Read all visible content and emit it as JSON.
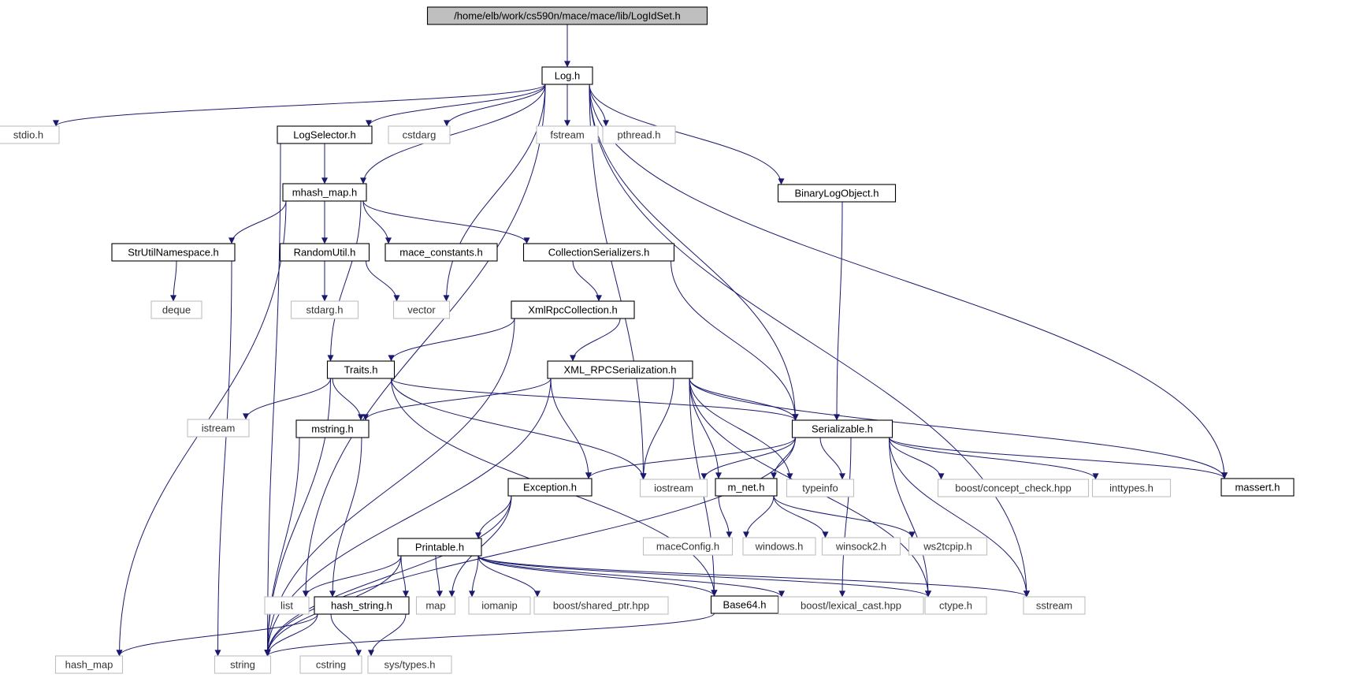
{
  "colors": {
    "edge": "#191970",
    "root_fill": "#bfbfbf",
    "box_stroke": "#000000",
    "external_stroke": "#bfbfbf",
    "external_text": "#333333"
  },
  "nodes": [
    {
      "id": "logidset",
      "label": "/home/elb/work/cs590n/mace/mace/lib/LogIdSet.h",
      "kind": "root"
    },
    {
      "id": "log",
      "label": "Log.h",
      "kind": "local"
    },
    {
      "id": "stdio",
      "label": "stdio.h",
      "kind": "external"
    },
    {
      "id": "logselector",
      "label": "LogSelector.h",
      "kind": "local"
    },
    {
      "id": "cstdarg",
      "label": "cstdarg",
      "kind": "external"
    },
    {
      "id": "fstream",
      "label": "fstream",
      "kind": "external"
    },
    {
      "id": "pthread",
      "label": "pthread.h",
      "kind": "external"
    },
    {
      "id": "mhash_map",
      "label": "mhash_map.h",
      "kind": "local"
    },
    {
      "id": "binarylogobject",
      "label": "BinaryLogObject.h",
      "kind": "local"
    },
    {
      "id": "strutilnamespace",
      "label": "StrUtilNamespace.h",
      "kind": "local"
    },
    {
      "id": "randomutil",
      "label": "RandomUtil.h",
      "kind": "local"
    },
    {
      "id": "mace_constants",
      "label": "mace_constants.h",
      "kind": "local"
    },
    {
      "id": "collectionserializers",
      "label": "CollectionSerializers.h",
      "kind": "local"
    },
    {
      "id": "deque",
      "label": "deque",
      "kind": "external"
    },
    {
      "id": "stdarg",
      "label": "stdarg.h",
      "kind": "external"
    },
    {
      "id": "vector",
      "label": "vector",
      "kind": "external"
    },
    {
      "id": "xmlrpccollection",
      "label": "XmlRpcCollection.h",
      "kind": "local"
    },
    {
      "id": "traits",
      "label": "Traits.h",
      "kind": "local"
    },
    {
      "id": "xml_rpcserialization",
      "label": "XML_RPCSerialization.h",
      "kind": "local"
    },
    {
      "id": "istream",
      "label": "istream",
      "kind": "external"
    },
    {
      "id": "mstring",
      "label": "mstring.h",
      "kind": "local"
    },
    {
      "id": "serializable",
      "label": "Serializable.h",
      "kind": "local"
    },
    {
      "id": "exception",
      "label": "Exception.h",
      "kind": "local"
    },
    {
      "id": "iostream",
      "label": "iostream",
      "kind": "external"
    },
    {
      "id": "m_net",
      "label": "m_net.h",
      "kind": "local"
    },
    {
      "id": "typeinfo",
      "label": "typeinfo",
      "kind": "external"
    },
    {
      "id": "concept_check",
      "label": "boost/concept_check.hpp",
      "kind": "external"
    },
    {
      "id": "inttypes",
      "label": "inttypes.h",
      "kind": "external"
    },
    {
      "id": "massert",
      "label": "massert.h",
      "kind": "local"
    },
    {
      "id": "maceconfig",
      "label": "maceConfig.h",
      "kind": "external"
    },
    {
      "id": "windows",
      "label": "windows.h",
      "kind": "external"
    },
    {
      "id": "winsock2",
      "label": "winsock2.h",
      "kind": "external"
    },
    {
      "id": "ws2tcpip",
      "label": "ws2tcpip.h",
      "kind": "external"
    },
    {
      "id": "printable",
      "label": "Printable.h",
      "kind": "local"
    },
    {
      "id": "list",
      "label": "list",
      "kind": "external"
    },
    {
      "id": "hash_string",
      "label": "hash_string.h",
      "kind": "local"
    },
    {
      "id": "map",
      "label": "map",
      "kind": "external"
    },
    {
      "id": "iomanip",
      "label": "iomanip",
      "kind": "external"
    },
    {
      "id": "shared_ptr",
      "label": "boost/shared_ptr.hpp",
      "kind": "external"
    },
    {
      "id": "base64",
      "label": "Base64.h",
      "kind": "local"
    },
    {
      "id": "lexical_cast",
      "label": "boost/lexical_cast.hpp",
      "kind": "external"
    },
    {
      "id": "ctype",
      "label": "ctype.h",
      "kind": "external"
    },
    {
      "id": "sstream",
      "label": "sstream",
      "kind": "external"
    },
    {
      "id": "hash_map",
      "label": "hash_map",
      "kind": "external"
    },
    {
      "id": "string",
      "label": "string",
      "kind": "external"
    },
    {
      "id": "cstring",
      "label": "cstring",
      "kind": "external"
    },
    {
      "id": "sys_types",
      "label": "sys/types.h",
      "kind": "external"
    }
  ],
  "edges": [
    [
      "logidset",
      "log"
    ],
    [
      "log",
      "stdio"
    ],
    [
      "log",
      "logselector"
    ],
    [
      "log",
      "cstdarg"
    ],
    [
      "log",
      "fstream"
    ],
    [
      "log",
      "pthread"
    ],
    [
      "log",
      "mhash_map"
    ],
    [
      "log",
      "binarylogobject"
    ],
    [
      "log",
      "list"
    ],
    [
      "log",
      "vector"
    ],
    [
      "log",
      "iostream"
    ],
    [
      "log",
      "serializable"
    ],
    [
      "log",
      "massert"
    ],
    [
      "log",
      "sstream"
    ],
    [
      "logselector",
      "mhash_map"
    ],
    [
      "logselector",
      "string"
    ],
    [
      "mhash_map",
      "hash_map"
    ],
    [
      "mhash_map",
      "strutilnamespace"
    ],
    [
      "mhash_map",
      "traits"
    ],
    [
      "mhash_map",
      "randomutil"
    ],
    [
      "mhash_map",
      "mace_constants"
    ],
    [
      "mhash_map",
      "collectionserializers"
    ],
    [
      "binarylogobject",
      "serializable"
    ],
    [
      "strutilnamespace",
      "deque"
    ],
    [
      "strutilnamespace",
      "string"
    ],
    [
      "randomutil",
      "stdarg"
    ],
    [
      "randomutil",
      "vector"
    ],
    [
      "collectionserializers",
      "xmlrpccollection"
    ],
    [
      "collectionserializers",
      "serializable"
    ],
    [
      "xmlrpccollection",
      "traits"
    ],
    [
      "xmlrpccollection",
      "xml_rpcserialization"
    ],
    [
      "xmlrpccollection",
      "string"
    ],
    [
      "traits",
      "istream"
    ],
    [
      "traits",
      "mstring"
    ],
    [
      "traits",
      "string"
    ],
    [
      "traits",
      "iostream"
    ],
    [
      "traits",
      "serializable"
    ],
    [
      "traits",
      "base64"
    ],
    [
      "xml_rpcserialization",
      "mstring"
    ],
    [
      "xml_rpcserialization",
      "string"
    ],
    [
      "xml_rpcserialization",
      "exception"
    ],
    [
      "xml_rpcserialization",
      "iostream"
    ],
    [
      "xml_rpcserialization",
      "m_net"
    ],
    [
      "xml_rpcserialization",
      "typeinfo"
    ],
    [
      "xml_rpcserialization",
      "serializable"
    ],
    [
      "xml_rpcserialization",
      "massert"
    ],
    [
      "xml_rpcserialization",
      "base64"
    ],
    [
      "xml_rpcserialization",
      "ctype"
    ],
    [
      "mstring",
      "hash_string"
    ],
    [
      "mstring",
      "string"
    ],
    [
      "serializable",
      "exception"
    ],
    [
      "serializable",
      "iostream"
    ],
    [
      "serializable",
      "m_net"
    ],
    [
      "serializable",
      "typeinfo"
    ],
    [
      "serializable",
      "concept_check"
    ],
    [
      "serializable",
      "inttypes"
    ],
    [
      "serializable",
      "massert"
    ],
    [
      "serializable",
      "sstream"
    ],
    [
      "serializable",
      "string"
    ],
    [
      "serializable",
      "lexical_cast"
    ],
    [
      "serializable",
      "ctype"
    ],
    [
      "exception",
      "printable"
    ],
    [
      "exception",
      "map"
    ],
    [
      "exception",
      "string"
    ],
    [
      "m_net",
      "maceconfig"
    ],
    [
      "m_net",
      "windows"
    ],
    [
      "m_net",
      "winsock2"
    ],
    [
      "m_net",
      "ws2tcpip"
    ],
    [
      "printable",
      "list"
    ],
    [
      "printable",
      "hash_string"
    ],
    [
      "printable",
      "map"
    ],
    [
      "printable",
      "iomanip"
    ],
    [
      "printable",
      "shared_ptr"
    ],
    [
      "printable",
      "base64"
    ],
    [
      "printable",
      "lexical_cast"
    ],
    [
      "printable",
      "ctype"
    ],
    [
      "printable",
      "sstream"
    ],
    [
      "printable",
      "string"
    ],
    [
      "hash_string",
      "hash_map"
    ],
    [
      "hash_string",
      "string"
    ],
    [
      "hash_string",
      "cstring"
    ],
    [
      "hash_string",
      "sys_types"
    ],
    [
      "base64",
      "string"
    ]
  ]
}
